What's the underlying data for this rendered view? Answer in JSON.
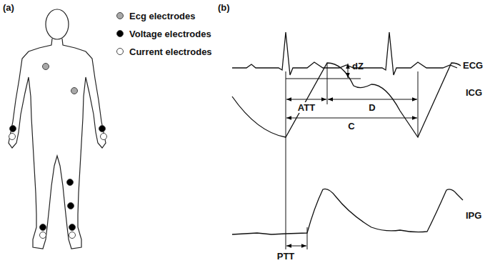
{
  "diagram": {
    "labels": [
      "(a)",
      "(b)",
      "ECG",
      "dZ",
      "ICG",
      "ATT",
      "D",
      "C",
      "IPG",
      "PTT"
    ],
    "legend": [
      {
        "text": "Ecg electrodes",
        "color": "#a8a8a8"
      },
      {
        "text": "Voltage electrodes",
        "color": "#000000"
      },
      {
        "text": "Current electrodes",
        "color": "#ffffff"
      }
    ]
  }
}
